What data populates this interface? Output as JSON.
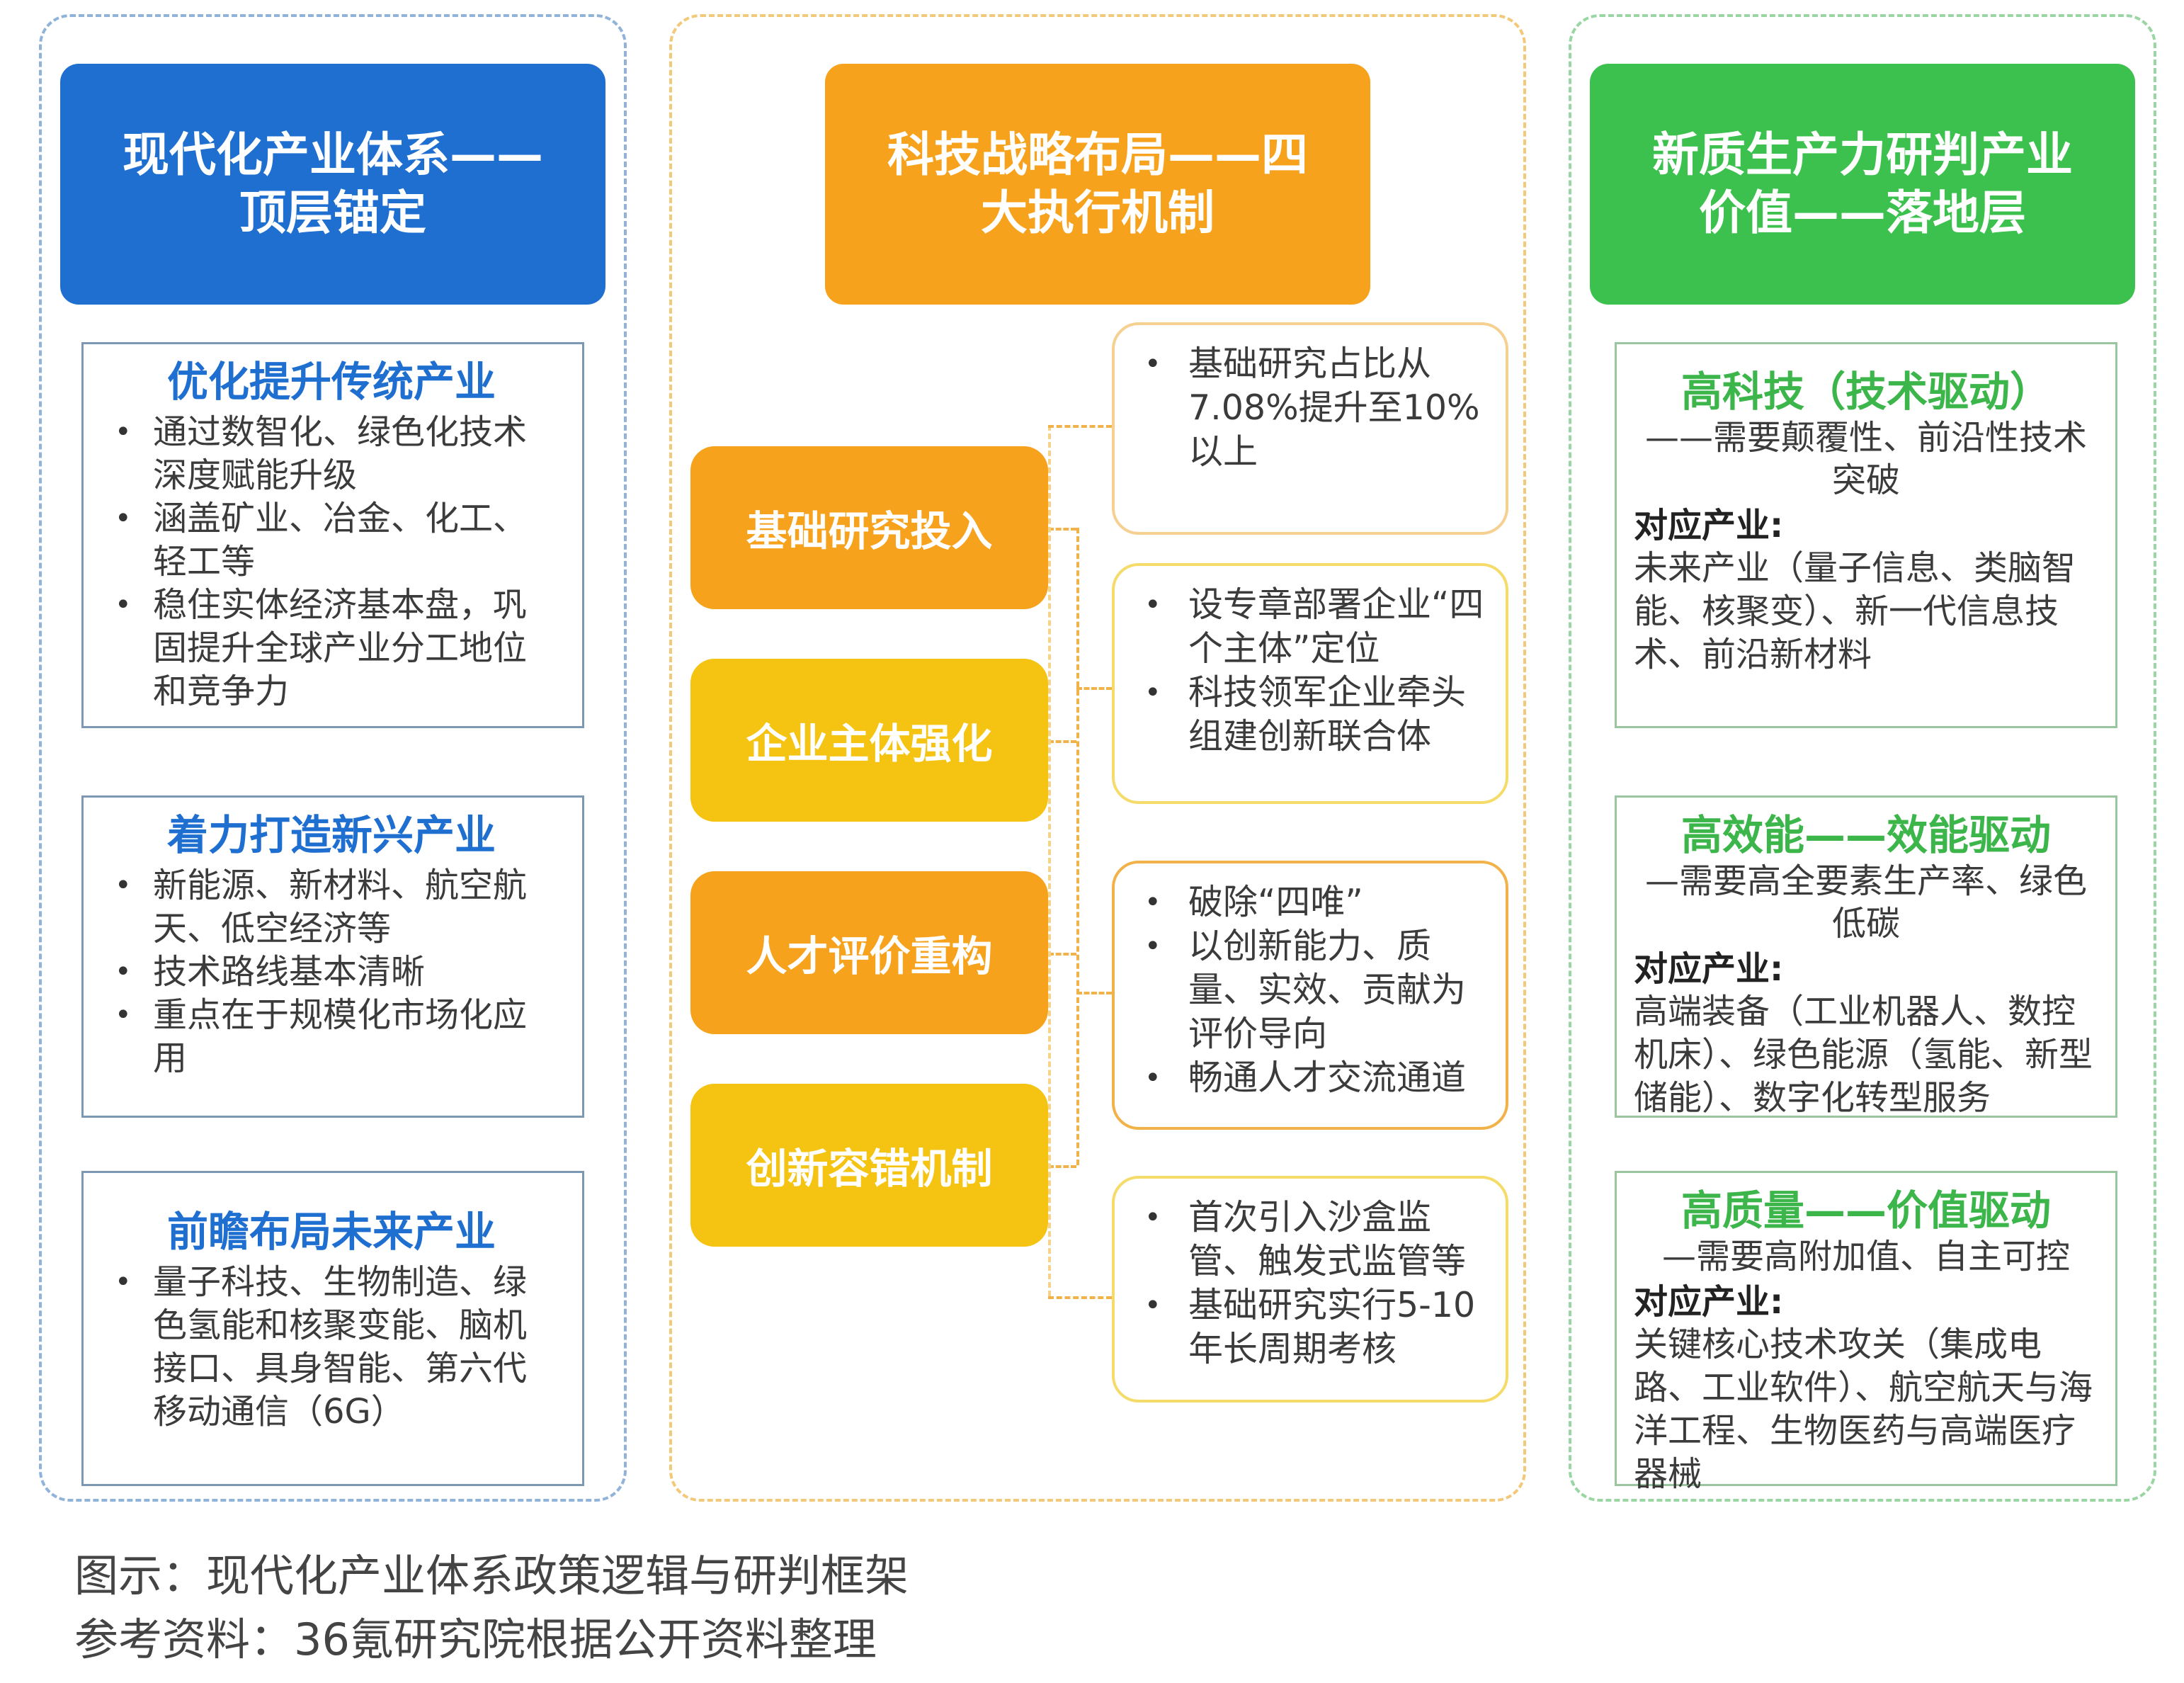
{
  "columns": {
    "left": {
      "header": [
        "现代化产业体系——",
        "顶层锚定"
      ],
      "boxes": [
        {
          "title": "优化提升传统产业",
          "items": [
            "通过数智化、绿色化技术深度赋能升级",
            "涵盖矿业、冶金、化工、轻工等",
            "稳住实体经济基本盘，巩固提升全球产业分工地位和竞争力"
          ]
        },
        {
          "title": "着力打造新兴产业",
          "items": [
            "新能源、新材料、航空航天、低空经济等",
            "技术路线基本清晰",
            "重点在于规模化市场化应用"
          ]
        },
        {
          "title": "前瞻布局未来产业",
          "items": [
            "量子科技、生物制造、绿色氢能和核聚变能、脑机接口、具身智能、第六代移动通信（6G）"
          ]
        }
      ]
    },
    "middle": {
      "header": [
        "科技战略布局——四",
        "大执行机制"
      ],
      "mechanisms": [
        "基础研究投入",
        "企业主体强化",
        "人才评价重构",
        "创新容错机制"
      ],
      "details": [
        {
          "items": [
            "基础研究占比从7.08%提升至10%以上"
          ]
        },
        {
          "items": [
            "设专章部署企业“四个主体”定位",
            "科技领军企业牵头组建创新联合体"
          ]
        },
        {
          "items": [
            "破除“四唯”",
            "以创新能力、质量、实效、贡献为评价导向",
            "畅通人才交流通道"
          ]
        },
        {
          "items": [
            "首次引入沙盒监管、触发式监管等",
            "基础研究实行5-10年长周期考核"
          ]
        }
      ]
    },
    "right": {
      "header": [
        "新质生产力研判产业",
        "价值——落地层"
      ],
      "boxes": [
        {
          "title": "高科技（技术驱动）",
          "sub": "——需要颠覆性、前沿性技术突破",
          "label": "对应产业:",
          "text": "未来产业（量子信息、类脑智能、核聚变）、新一代信息技术、前沿新材料"
        },
        {
          "title": "高效能——效能驱动",
          "sub": "—需要高全要素生产率、绿色低碳",
          "label": "对应产业:",
          "text": "高端装备（工业机器人、数控机床）、绿色能源（氢能、新型储能）、数字化转型服务"
        },
        {
          "title": "高质量——价值驱动",
          "sub": "—需要高附加值、自主可控",
          "label": "对应产业:",
          "text": "关键核心技术攻关（集成电路、工业软件）、航空航天与海洋工程、生物医药与高端医疗器械"
        }
      ]
    }
  },
  "caption": {
    "line1": "图示：现代化产业体系政策逻辑与研判框架",
    "line2": "参考资料：36氪研究院根据公开资料整理"
  },
  "colors": {
    "blue": "#1f6fd1",
    "orange": "#f7a21c",
    "yellow": "#f5c312",
    "green": "#3cc14e"
  }
}
